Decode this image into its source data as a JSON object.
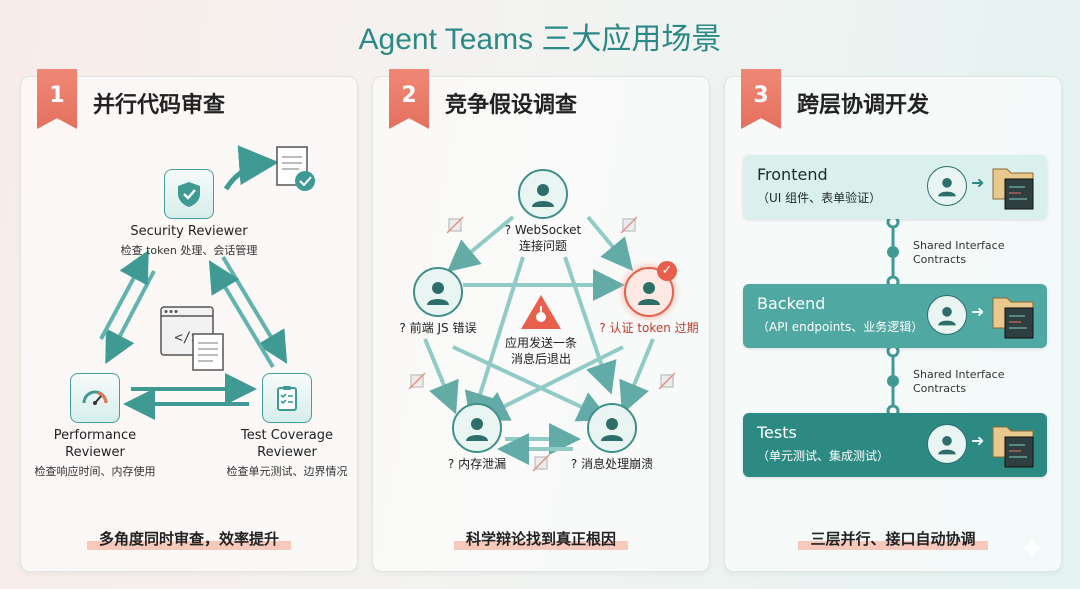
{
  "title": "Agent Teams 三大应用场景",
  "panels": [
    {
      "number": "1",
      "title": "并行代码审查",
      "caption": "多角度同时审查，效率提升",
      "nodes": [
        {
          "name": "Security Reviewer",
          "sub": "检查 token 处理、会话管理",
          "icon": "shield-icon"
        },
        {
          "name_lines": [
            "Performance",
            "Reviewer"
          ],
          "sub": "检查响应时间、内存使用",
          "icon": "gauge-icon"
        },
        {
          "name_lines": [
            "Test Coverage",
            "Reviewer"
          ],
          "sub": "检查单元测试、边界情况",
          "icon": "clipboard-icon"
        }
      ]
    },
    {
      "number": "2",
      "title": "竞争假设调查",
      "caption": "科学辩论找到真正根因",
      "center_lines": [
        "应用发送一条",
        "消息后退出"
      ],
      "hypotheses": [
        {
          "lines": [
            "WebSocket",
            "连接问题"
          ]
        },
        {
          "lines": [
            "前端 JS 错误"
          ]
        },
        {
          "lines": [
            "认证 token 过期"
          ],
          "highlight": true
        },
        {
          "lines": [
            "内存泄漏"
          ]
        },
        {
          "lines": [
            "消息处理崩溃"
          ]
        }
      ]
    },
    {
      "number": "3",
      "title": "跨层协调开发",
      "caption": "三层并行、接口自动协调",
      "layers": [
        {
          "name": "Frontend",
          "sub": "（UI 组件、表单验证）",
          "bg": "#d9f0ed",
          "fg": "#1f2a2a"
        },
        {
          "name": "Backend",
          "sub": "（API endpoints、业务逻辑）",
          "bg": "#4fa8a1",
          "fg": "#ffffff"
        },
        {
          "name": "Tests",
          "sub": "（单元测试、集成测试）",
          "bg": "#2d8a83",
          "fg": "#ffffff"
        }
      ],
      "contracts": [
        {
          "lines": [
            "Shared Interface",
            "Contracts"
          ]
        },
        {
          "lines": [
            "Shared Interface",
            "Contracts"
          ]
        }
      ]
    }
  ],
  "colors": {
    "accent": "#2b8a86",
    "ribbon": "#e9735f",
    "highlight_red": "#e8604c"
  }
}
